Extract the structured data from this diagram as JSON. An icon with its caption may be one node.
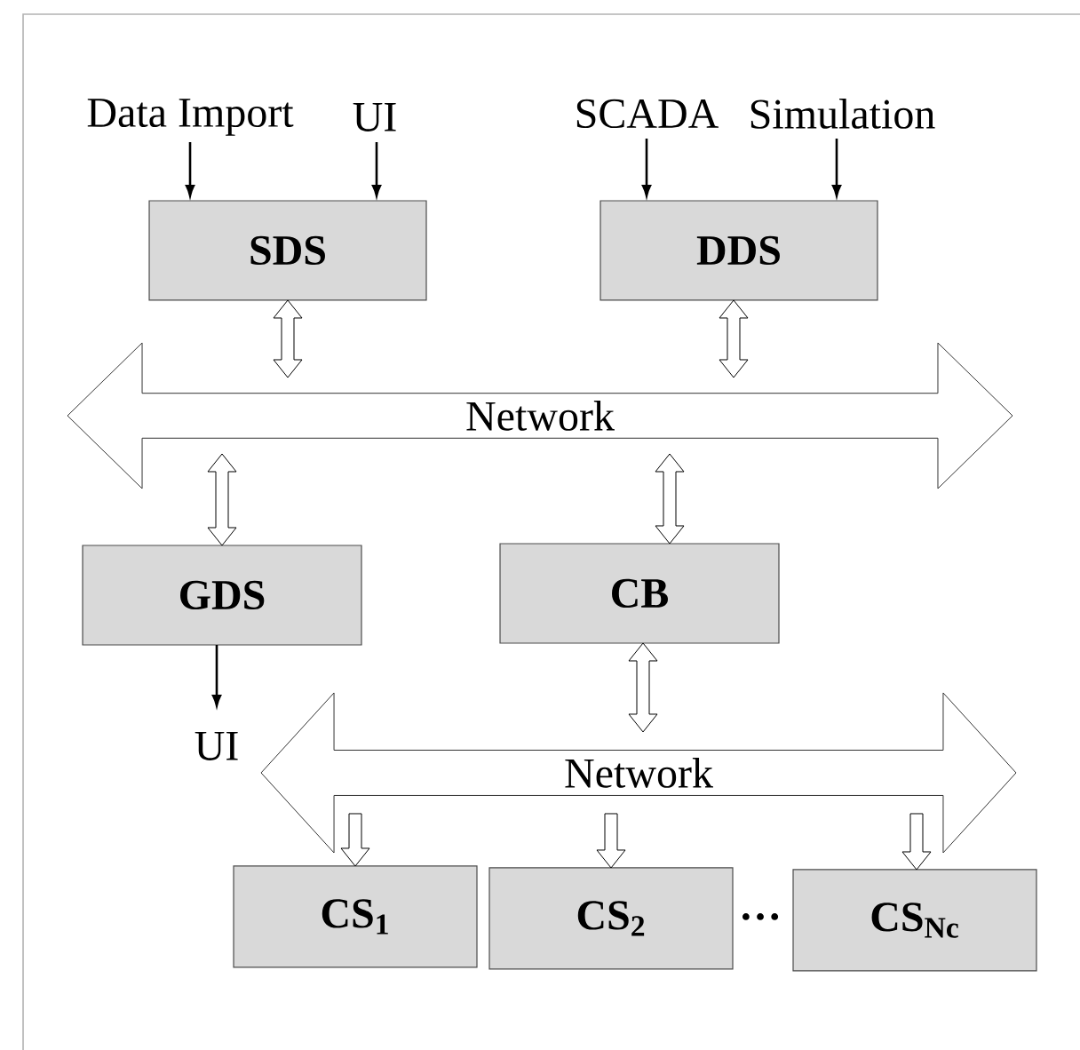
{
  "diagram": {
    "nodes": [
      {
        "text": [
          "Data Import"
        ]
      },
      {
        "text": [
          "UI"
        ]
      },
      {
        "text": [
          "SCADA"
        ]
      },
      {
        "text": [
          "Simulation"
        ]
      },
      {
        "text": [
          "SDS"
        ]
      },
      {
        "text": [
          "DDS"
        ]
      },
      {
        "text": [
          "Network"
        ]
      },
      {
        "text": [
          "GDS"
        ]
      },
      {
        "text": [
          "CB"
        ]
      },
      {
        "text": [
          "UI"
        ]
      },
      {
        "text": [
          "Network"
        ]
      },
      {
        "text": [
          "CS$_{1}$"
        ]
      },
      {
        "text": [
          "CS$_{2}$"
        ]
      },
      {
        "text": [
          "CS$_{Nc}$"
        ]
      }
    ],
    "edges": [
      {
        "from": 0,
        "to": 4,
        "arrow": "to"
      },
      {
        "from": 1,
        "to": 4,
        "arrow": "to"
      },
      {
        "from": 2,
        "to": 5,
        "arrow": "to"
      },
      {
        "from": 3,
        "to": 5,
        "arrow": "to"
      },
      {
        "from": 4,
        "to": 6,
        "arrow": "both",
        "style": "thick"
      },
      {
        "from": 5,
        "to": 6,
        "arrow": "both",
        "style": "thick"
      },
      {
        "from": 6,
        "to": 7,
        "arrow": "both",
        "style": "thick"
      },
      {
        "from": 6,
        "to": 8,
        "arrow": "both",
        "style": "thick"
      },
      {
        "from": 7,
        "to": 9,
        "arrow": "to"
      },
      {
        "from": 8,
        "to": 10,
        "arrow": "both",
        "style": "thick"
      },
      {
        "from": 10,
        "to": 11,
        "arrow": "to",
        "style": "thick"
      },
      {
        "from": 10,
        "to": 12,
        "arrow": "to",
        "style": "thick"
      },
      {
        "from": 10,
        "to": 13,
        "arrow": "to",
        "style": "thick"
      }
    ],
    "labels": [
      "…"
    ]
  }
}
